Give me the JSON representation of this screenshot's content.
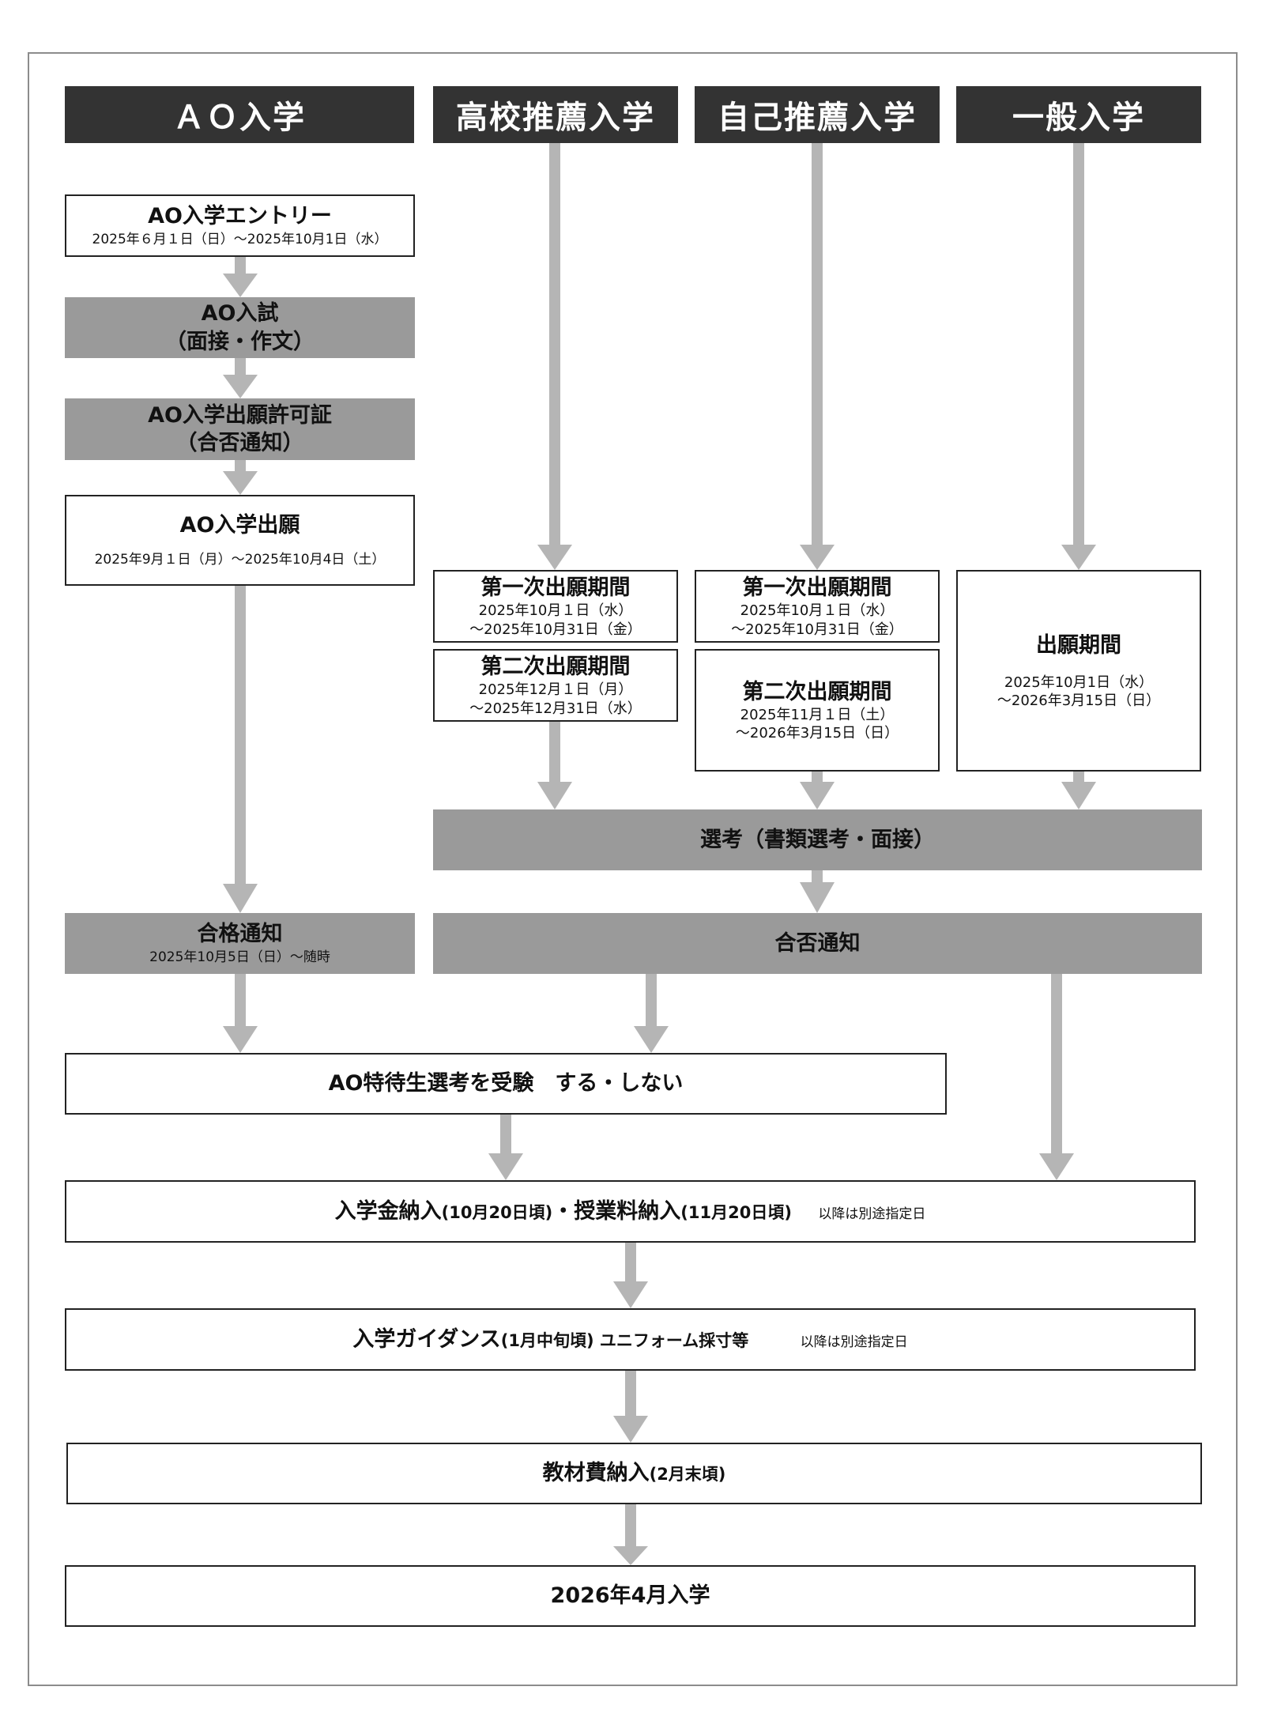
{
  "headers": [
    "ＡＯ入学",
    "高校推薦入学",
    "自己推薦入学",
    "一般入学"
  ],
  "ao": {
    "entry_title": "AO入学エントリー",
    "entry_period": "2025年６月１日（日）～2025年10月1日（水）",
    "exam_line1": "AO入試",
    "exam_line2": "（面接・作文）",
    "permit_line1": "AO入学出願許可証",
    "permit_line2": "（合否通知）",
    "apply_title": "AO入学出願",
    "apply_period": "2025年9月１日（月）～2025年10月4日（土）",
    "pass_title": "合格通知",
    "pass_period": "2025年10月5日（日）～随時"
  },
  "koko": {
    "first_title": "第一次出願期間",
    "first_line1": "2025年10月１日（水）",
    "first_line2": "～2025年10月31日（金）",
    "second_title": "第二次出願期間",
    "second_line1": "2025年12月１日（月）",
    "second_line2": "～2025年12月31日（水）"
  },
  "jiko": {
    "first_title": "第一次出願期間",
    "first_line1": "2025年10月１日（水）",
    "first_line2": "～2025年10月31日（金）",
    "second_title": "第二次出願期間",
    "second_line1": "2025年11月１日（土）",
    "second_line2": "～2026年3月15日（日）"
  },
  "ippan": {
    "title": "出願期間",
    "line1": "2025年10月1日（水）",
    "line2": "～2026年3月15日（日）"
  },
  "selection": "選考（書類選考・面接）",
  "result": "合否通知",
  "tokutai": "AO特待生選考を受験　する・しない",
  "fees": {
    "main": "入学金納入",
    "main_sub": "(10月20日頃)",
    "dot": "・",
    "tuition": "授業料納入",
    "tuition_sub": "(11月20日頃)",
    "note": "以降は別途指定日"
  },
  "guidance": {
    "main": "入学ガイダンス",
    "sub": "(1月中旬頃) ユニフォーム採寸等",
    "note": "以降は別途指定日"
  },
  "materials": {
    "main": "教材費納入",
    "sub": "(2月末頃)"
  },
  "enroll": "2026年4月入学",
  "colors": {
    "header_bg": "#333333",
    "gray_box": "#9a9a9a",
    "arrow": "#b5b5b5"
  }
}
